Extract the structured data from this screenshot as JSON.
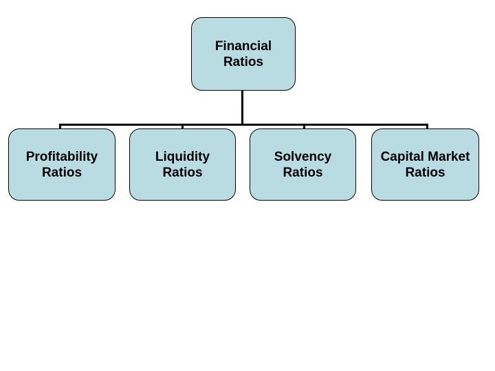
{
  "diagram": {
    "type": "hierarchy",
    "root": {
      "line1": "Financial",
      "line2": "Ratios"
    },
    "children": [
      {
        "line1": "Profitability",
        "line2": "Ratios"
      },
      {
        "line1": "Liquidity",
        "line2": "Ratios"
      },
      {
        "line1": "Solvency",
        "line2": "Ratios"
      },
      {
        "line1": "Capital Market",
        "line2": "Ratios"
      }
    ],
    "colors": {
      "background": "#ffffff",
      "box_fill": "#b9dce2",
      "box_border": "#000000",
      "connector": "#000000",
      "text": "#000000"
    }
  }
}
